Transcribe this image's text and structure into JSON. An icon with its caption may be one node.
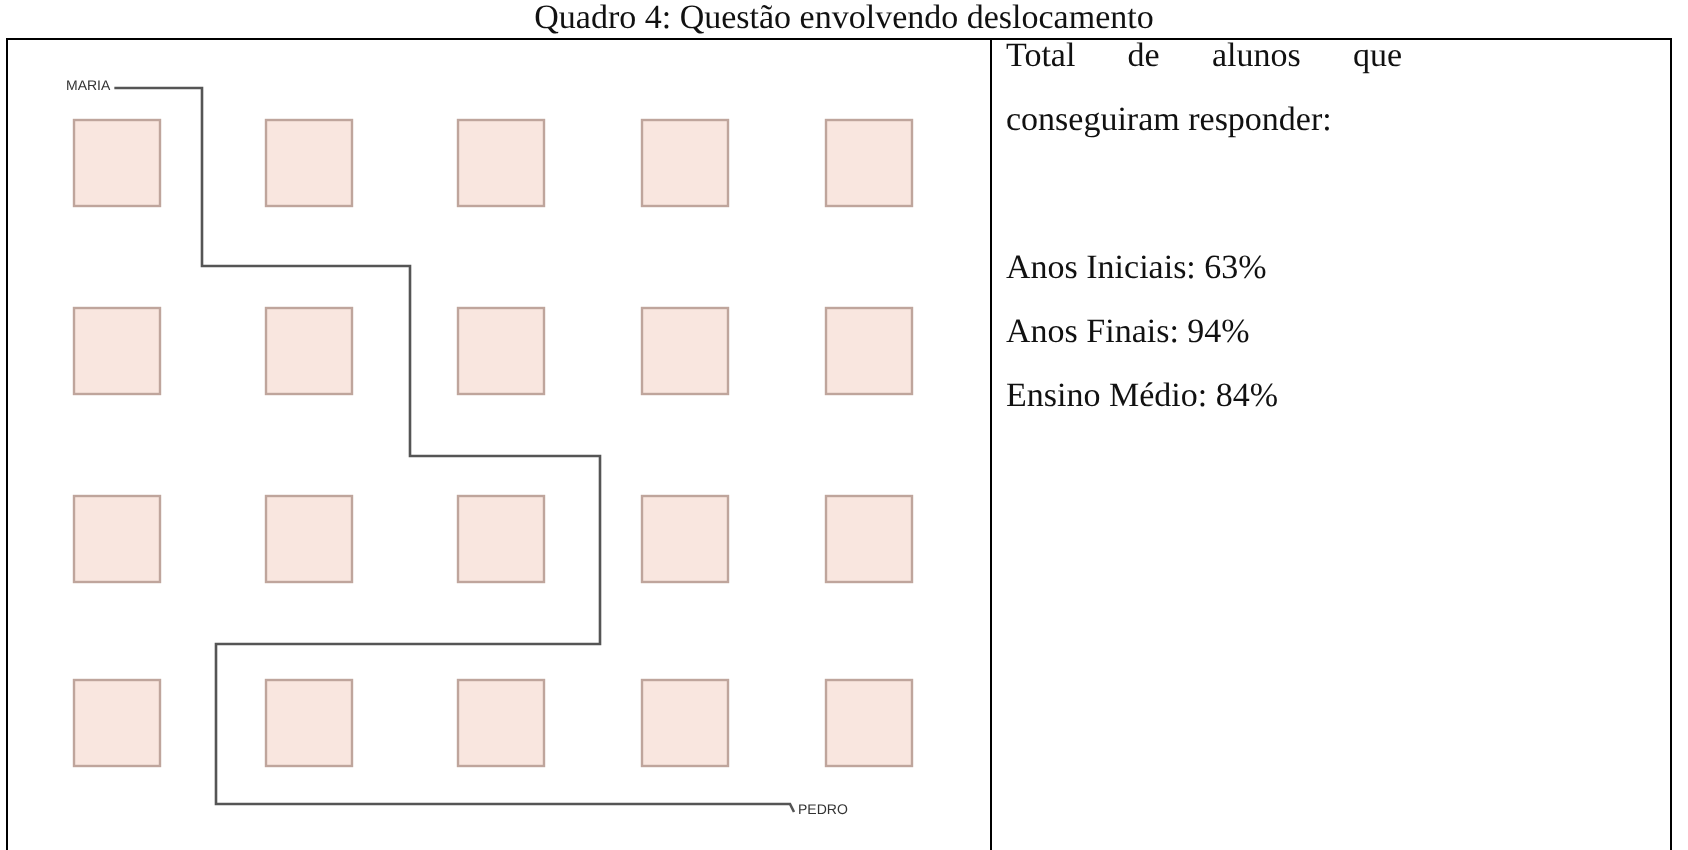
{
  "diagram": {
    "title": "Quadro 4: Questão envolvendo deslocamento",
    "nodes": [
      {
        "text": [
          "MARIA"
        ]
      },
      {
        "text": [
          "PEDRO"
        ]
      }
    ],
    "edges": [
      {
        "from": 0,
        "to": 1,
        "arrow": "none"
      }
    ],
    "labels": [
      "Total de alunos que conseguiram responder:",
      "Anos Iniciais: 63%",
      "Anos Finais: 94%",
      "Ensino Médio: 84%"
    ]
  }
}
